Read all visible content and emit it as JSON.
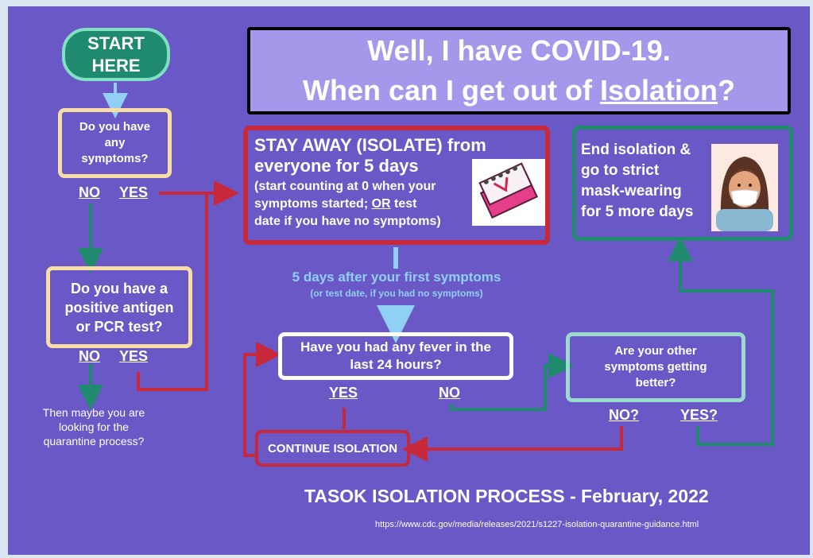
{
  "start": {
    "l1": "START",
    "l2": "HERE"
  },
  "title": {
    "line1": "Well, I have COVID-19.",
    "line2_pre": "When can I get out of ",
    "line2_u": "Isolation",
    "line2_post": "?"
  },
  "q1": {
    "l1": "Do you have",
    "l2": "any",
    "l3": "symptoms?",
    "no": "NO",
    "yes": "YES"
  },
  "q2": {
    "l1": "Do you have a",
    "l2": "positive antigen",
    "l3": "or PCR test?",
    "no": "NO",
    "yes": "YES"
  },
  "quarantine": {
    "l1": "Then maybe you are",
    "l2": "looking for the",
    "l3": "quarantine process?"
  },
  "isolate": {
    "h1": "STAY AWAY (ISOLATE) from",
    "h2": "everyone for 5 days",
    "s1": "(start counting at 0 when your",
    "s2a": "symptoms started; ",
    "s2u": "OR",
    "s2b": " test",
    "s3": "date if you have no symptoms)"
  },
  "end": {
    "l1": "End isolation &",
    "l2": "go to strict",
    "l3": "mask-wearing",
    "l4": "for 5 more days"
  },
  "after": {
    "l1": "5 days after your first symptoms",
    "l2": "(or test date, if you had no symptoms)"
  },
  "fever": {
    "l1": "Have you had any fever in the",
    "l2": "last 24 hours?",
    "yes": "YES",
    "no": "NO"
  },
  "better": {
    "l1": "Are your other",
    "l2": "symptoms getting",
    "l3": "better?",
    "no": "NO?",
    "yes": "YES?"
  },
  "continue": {
    "label": "CONTINUE ISOLATION"
  },
  "footer": {
    "title": "TASOK ISOLATION PROCESS - February, 2022",
    "url": "https://www.cdc.gov/media/releases/2021/s1227-isolation-quarantine-guidance.html"
  },
  "colors": {
    "background": "#6a58c6",
    "red": "#c8293a",
    "green": "#1f8a6e",
    "light_blue": "#8fd0f4",
    "yellow": "#f8dea4",
    "teal": "#9adbd0"
  },
  "icons": [
    "calendar-icon",
    "woman-with-mask-icon"
  ]
}
